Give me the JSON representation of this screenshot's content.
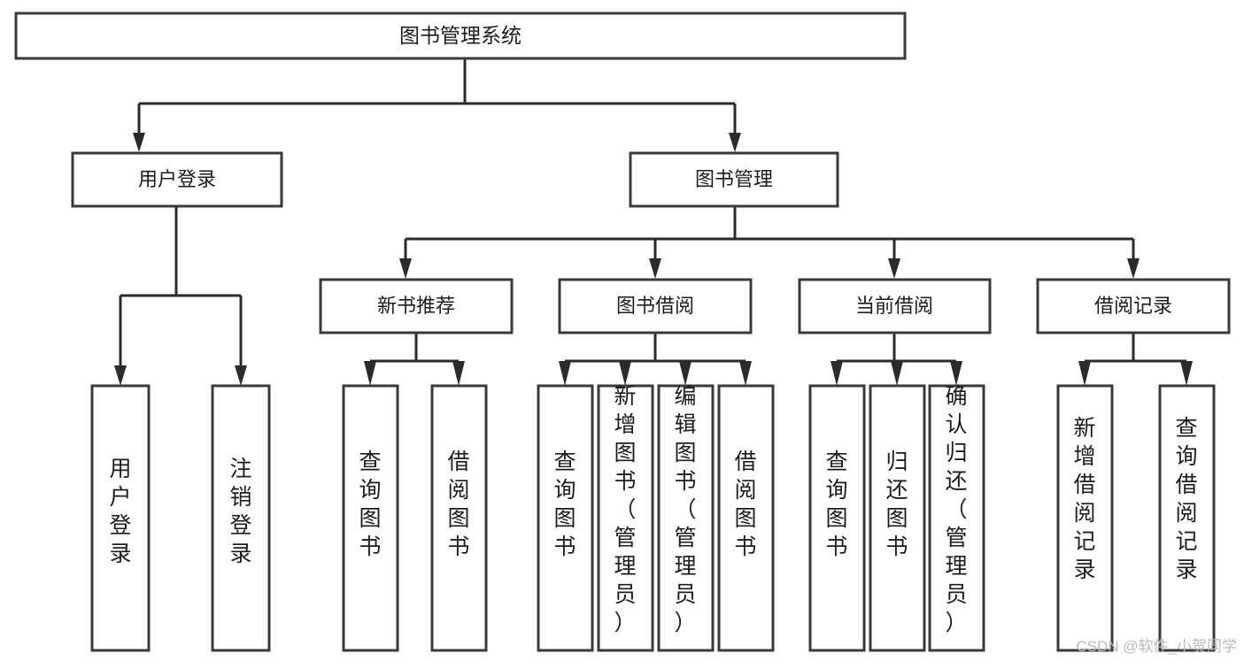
{
  "diagram": {
    "type": "tree-hierarchy",
    "title": "图书管理系统",
    "watermark": "CSDN @软件_小贺同学",
    "colors": {
      "box_stroke": "#3a3a3a",
      "connector": "#2b2b2b",
      "background": "#ffffff",
      "text": "#1c1c1c",
      "watermark": "#b9b9b9"
    },
    "root": {
      "label": "图书管理系统"
    },
    "tier1": [
      {
        "label": "用户登录"
      },
      {
        "label": "图书管理"
      }
    ],
    "tier2": [
      {
        "label": "新书推荐"
      },
      {
        "label": "图书借阅"
      },
      {
        "label": "当前借阅"
      },
      {
        "label": "借阅记录"
      }
    ],
    "leaves": {
      "user_login": [
        {
          "label": "用户登录"
        },
        {
          "label": "注销登录"
        }
      ],
      "new_book_recommend": [
        {
          "label": "查询图书"
        },
        {
          "label": "借阅图书"
        }
      ],
      "book_borrow": [
        {
          "label": "查询图书"
        },
        {
          "label": "新增图书（管理员）"
        },
        {
          "label": "编辑图书（管理员）"
        },
        {
          "label": "借阅图书"
        }
      ],
      "current_borrow": [
        {
          "label": "查询图书"
        },
        {
          "label": "归还图书"
        },
        {
          "label": "确认归还（管理员）"
        }
      ],
      "borrow_record": [
        {
          "label": "新增借阅记录"
        },
        {
          "label": "查询借阅记录"
        }
      ]
    }
  }
}
